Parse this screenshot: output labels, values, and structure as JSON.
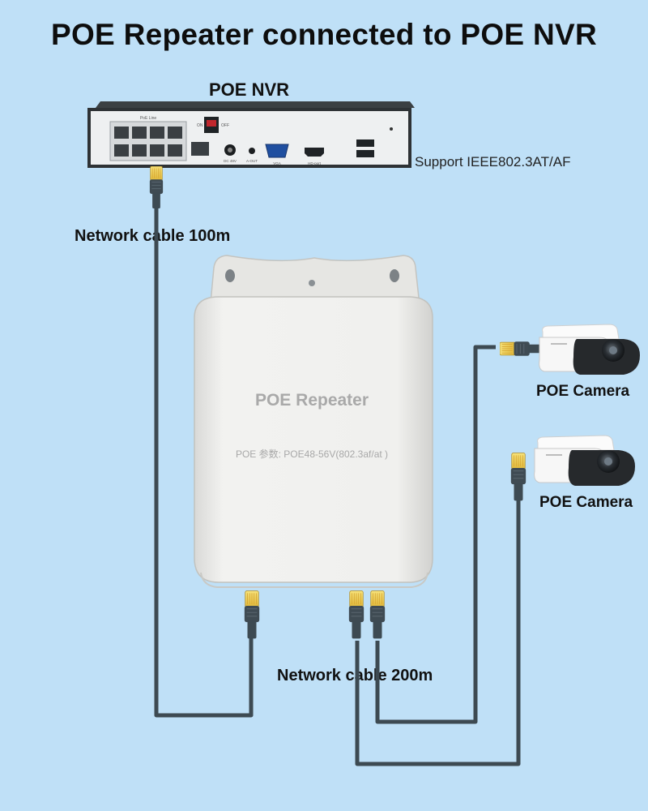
{
  "title": "POE Repeater connected to POE NVR",
  "nvr": {
    "label": "POE NVR",
    "support": "Support IEEE802.3AT/AF",
    "panel": {
      "poe_line": "PoE Line",
      "on": "ON",
      "off": "OFF",
      "dc": "DC 48V",
      "aout": "A-OUT",
      "vga": "VGA",
      "hdmi": "HD-port"
    }
  },
  "cables": {
    "upper": "Network cable 100m",
    "lower": "Network cable 200m"
  },
  "repeater": {
    "title": "POE Repeater",
    "spec": "POE 参数: POE48-56V(802.3af/at )"
  },
  "cameras": [
    {
      "label": "POE Camera",
      "icon": "bullet-camera-icon"
    },
    {
      "label": "POE Camera",
      "icon": "bullet-camera-icon"
    }
  ],
  "colors": {
    "background": "#bfe0f7",
    "cable": "#3d4a52",
    "repeater": "#eeeeec",
    "nvr_case": "#2e3235"
  }
}
